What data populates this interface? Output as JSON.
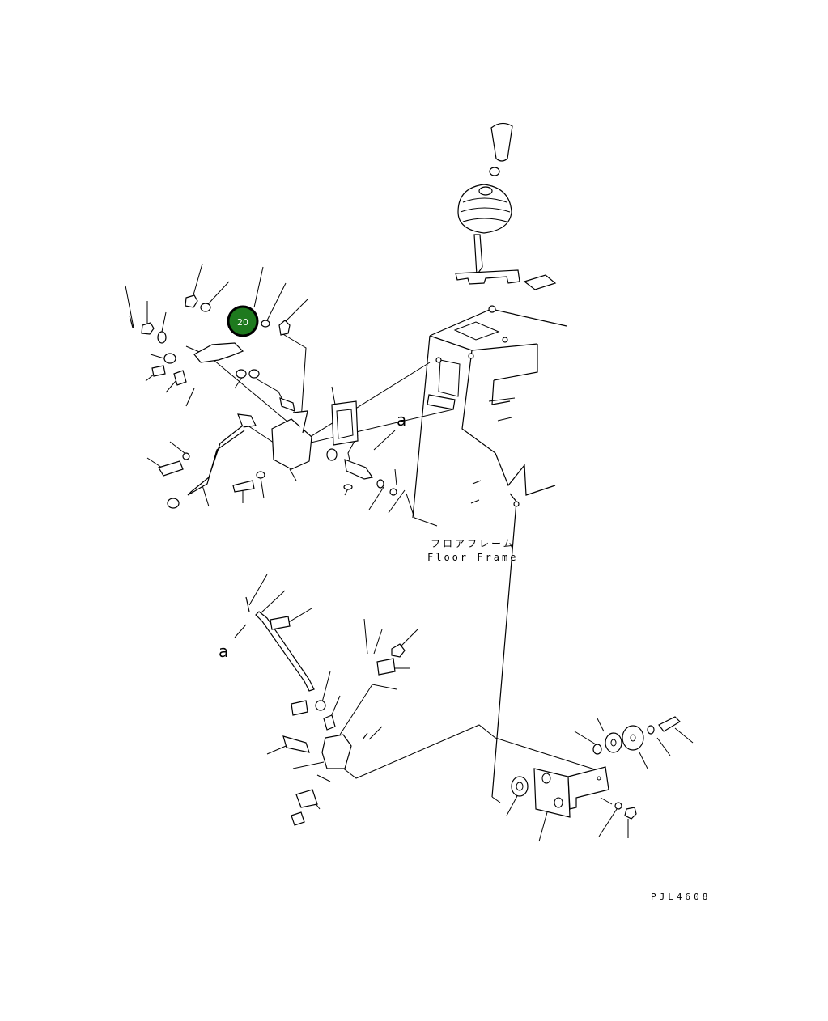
{
  "labels": {
    "floor_frame_jp": "フロアフレーム",
    "floor_frame_en": "Floor Frame",
    "ref_a_upper": "a",
    "ref_a_lower": "a",
    "drawing_code": "PJL4608"
  },
  "callout": {
    "number": "20",
    "color": "#1e7a1e"
  }
}
